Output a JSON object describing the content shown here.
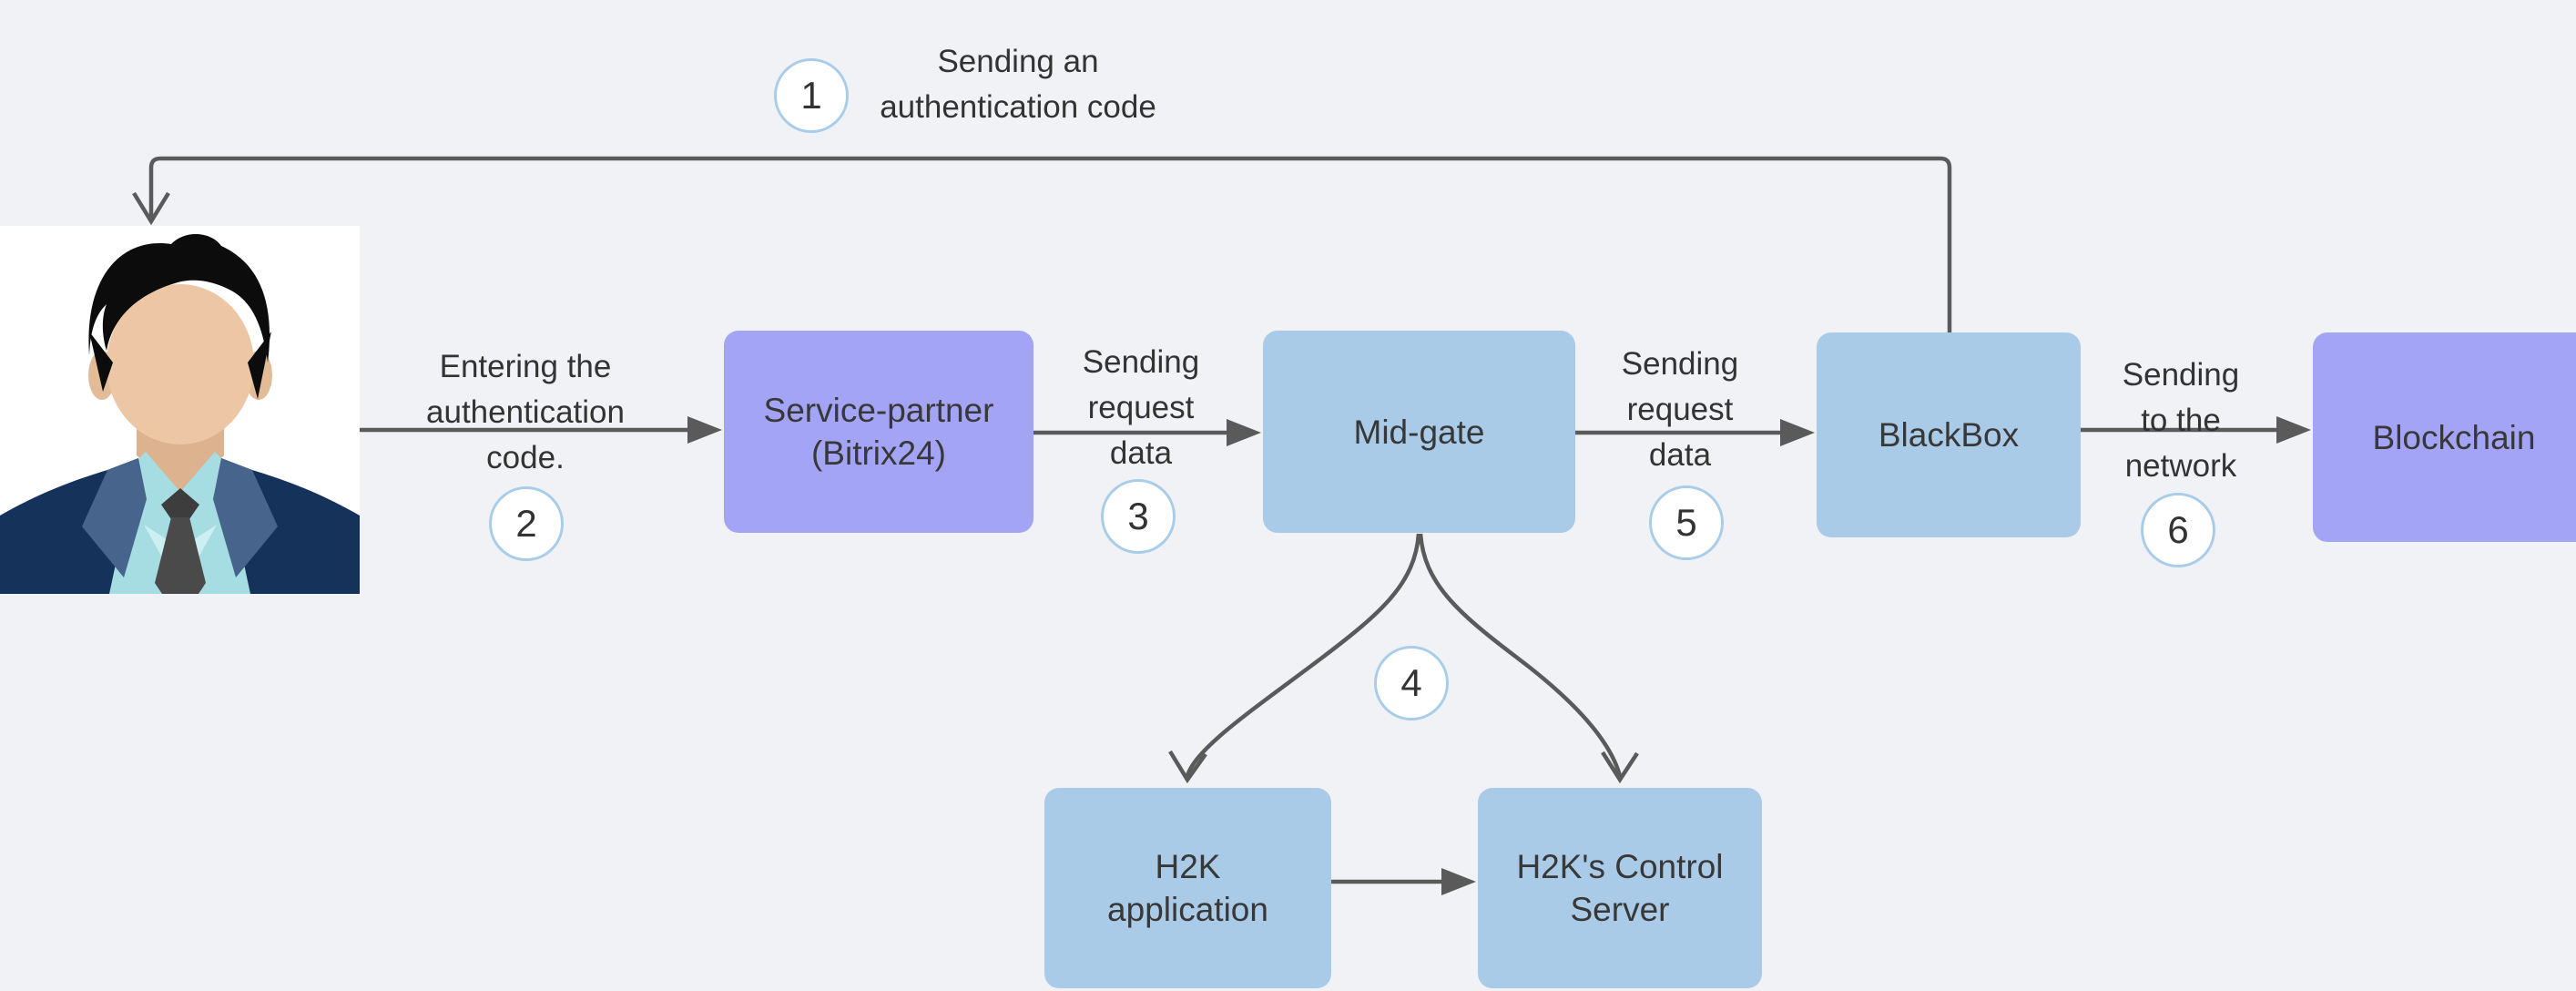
{
  "diagram": {
    "nodes": {
      "user": {
        "description": "man in suit avatar photo"
      },
      "service_partner": {
        "line1": "Service-partner",
        "line2": "(Bitrix24)"
      },
      "mid_gate": {
        "line1": "Mid-gate"
      },
      "blackbox": {
        "line1": "BlackBox"
      },
      "blockchain": {
        "line1": "Blockchain"
      },
      "h2k_application": {
        "line1": "H2K",
        "line2": "application"
      },
      "h2k_control_server": {
        "line1": "H2K's Control",
        "line2": "Server"
      }
    },
    "steps": {
      "s1": {
        "number": "1",
        "line1": "Sending an",
        "line2": "authentication code"
      },
      "s2": {
        "number": "2",
        "line1": "Entering the",
        "line2": "authentication",
        "line3": "code."
      },
      "s3": {
        "number": "3",
        "line1": "Sending",
        "line2": "request",
        "line3": "data"
      },
      "s4": {
        "number": "4"
      },
      "s5": {
        "number": "5",
        "line1": "Sending",
        "line2": "request",
        "line3": "data"
      },
      "s6": {
        "number": "6",
        "line1": "Sending",
        "line2": "to the",
        "line3": "network"
      }
    },
    "colors": {
      "background": "#f0f2f5",
      "node_purple": "#a4a4f6",
      "node_blue": "#a9cbe8",
      "arrow": "#5a5a5a",
      "text": "#333333",
      "badge_border": "#a9cde8",
      "badge_fill": "#ffffff",
      "photo_background": "#ffffff"
    }
  }
}
